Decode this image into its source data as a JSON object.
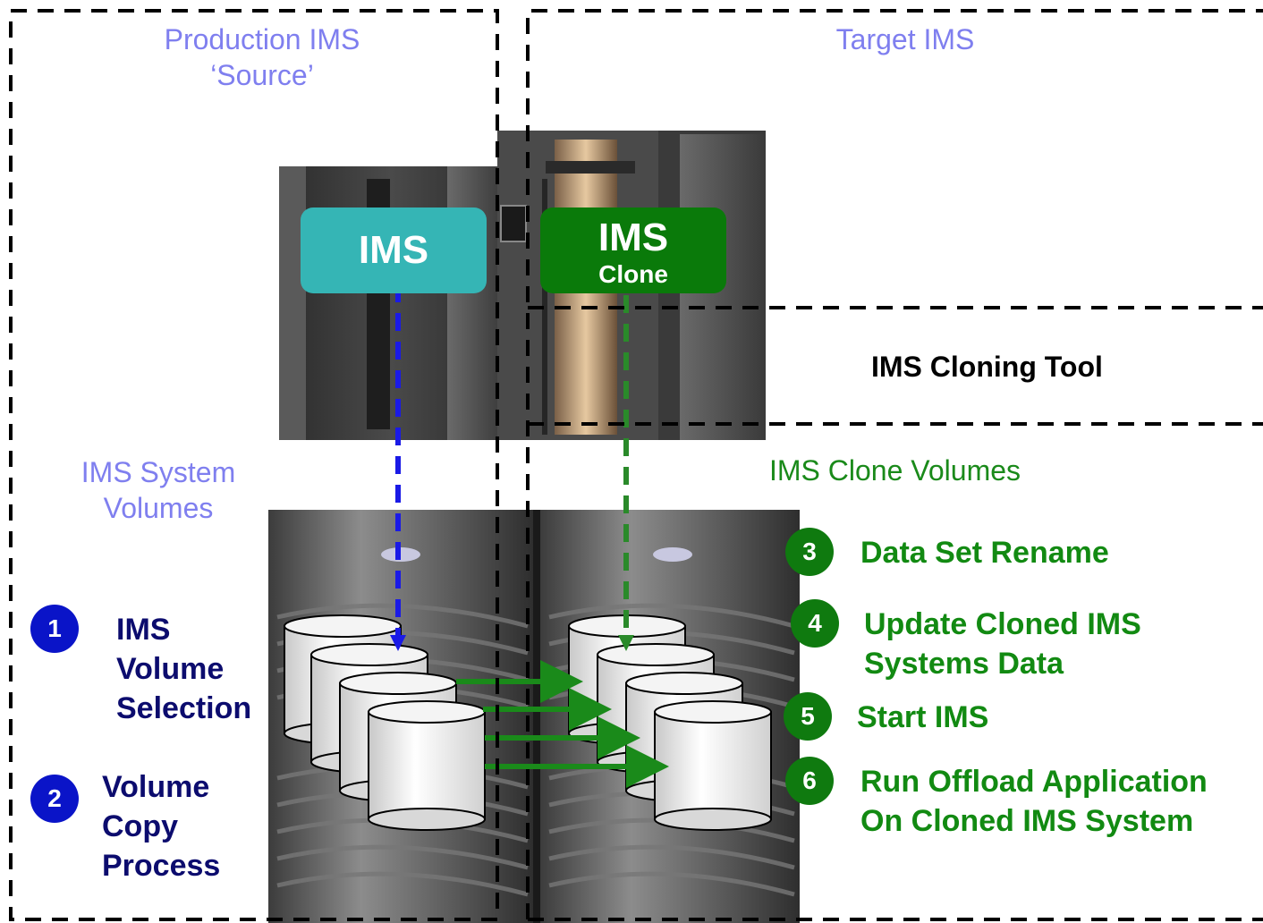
{
  "regions": {
    "production_title": [
      "Production IMS",
      "‘Source’"
    ],
    "target_title": "Target IMS",
    "tool_title": "IMS Cloning Tool",
    "system_volumes": [
      "IMS System",
      "Volumes"
    ],
    "clone_volumes": "IMS Clone Volumes"
  },
  "boxes": {
    "source": "IMS",
    "clone_main": "IMS",
    "clone_sub": "Clone"
  },
  "left_steps": [
    {
      "num": "1",
      "lines": [
        "IMS",
        "Volume",
        "Selection"
      ]
    },
    {
      "num": "2",
      "lines": [
        "Volume",
        "Copy",
        "Process"
      ]
    }
  ],
  "right_steps": [
    {
      "num": "3",
      "lines": [
        "Data Set Rename"
      ]
    },
    {
      "num": "4",
      "lines": [
        "Update Cloned IMS",
        "Systems Data"
      ]
    },
    {
      "num": "5",
      "lines": [
        "Start IMS"
      ]
    },
    {
      "num": "6",
      "lines": [
        "Run Offload Application",
        "On Cloned IMS System"
      ]
    }
  ],
  "colors": {
    "region_label": "#7f7fef",
    "source_box": "#35b5b5",
    "clone_box": "#0a7a0a",
    "blue_step": "#0a14c8",
    "green_step": "#0f7a0f",
    "arrow_green": "#1a8a1a",
    "arrow_blue": "#1a1ae6"
  }
}
